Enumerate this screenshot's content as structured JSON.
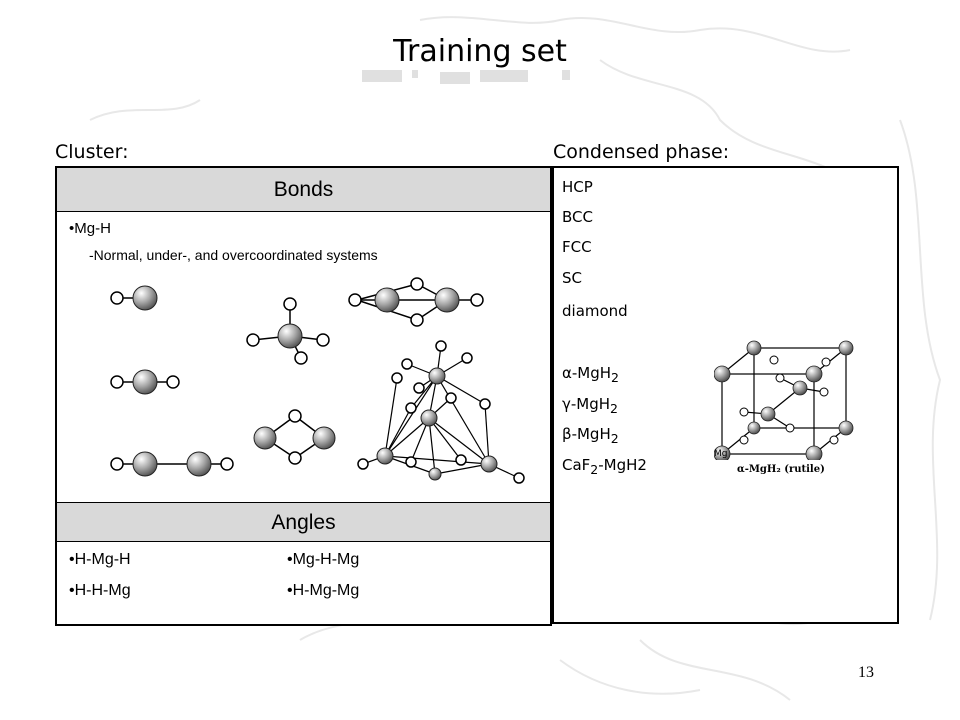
{
  "slide": {
    "title": "Training set",
    "page_number": "13"
  },
  "cluster": {
    "label": "Cluster:",
    "bonds_header": "Bonds",
    "bond_item": "•Mg-H",
    "bond_note": "-Normal, under-, and  overcoordinated systems",
    "angles_header": "Angles",
    "angles": [
      "•H-Mg-H",
      "•H-H-Mg",
      "•Mg-H-Mg",
      "•H-Mg-Mg"
    ]
  },
  "condensed": {
    "label": "Condensed phase:",
    "phases": [
      "HCP",
      "BCC",
      "FCC",
      "SC",
      "diamond"
    ],
    "hydrides": [
      {
        "prefix": "α",
        "main": "-MgH",
        "sub": "2",
        "tail": ""
      },
      {
        "prefix": "γ",
        "main": "-MgH",
        "sub": "2",
        "tail": ""
      },
      {
        "prefix": "β",
        "main": "-MgH",
        "sub": "2",
        "tail": ""
      },
      {
        "prefix": "",
        "main": "CaF",
        "sub": "2",
        "tail": "-MgH2"
      }
    ],
    "crystal_caption": "α-MgH₂ (rutile)",
    "crystal_atom_label": "Mg"
  },
  "colors": {
    "band": "#d9d9d9",
    "map_line": "#e6e6e6",
    "sphere": "#9a9a9a"
  }
}
